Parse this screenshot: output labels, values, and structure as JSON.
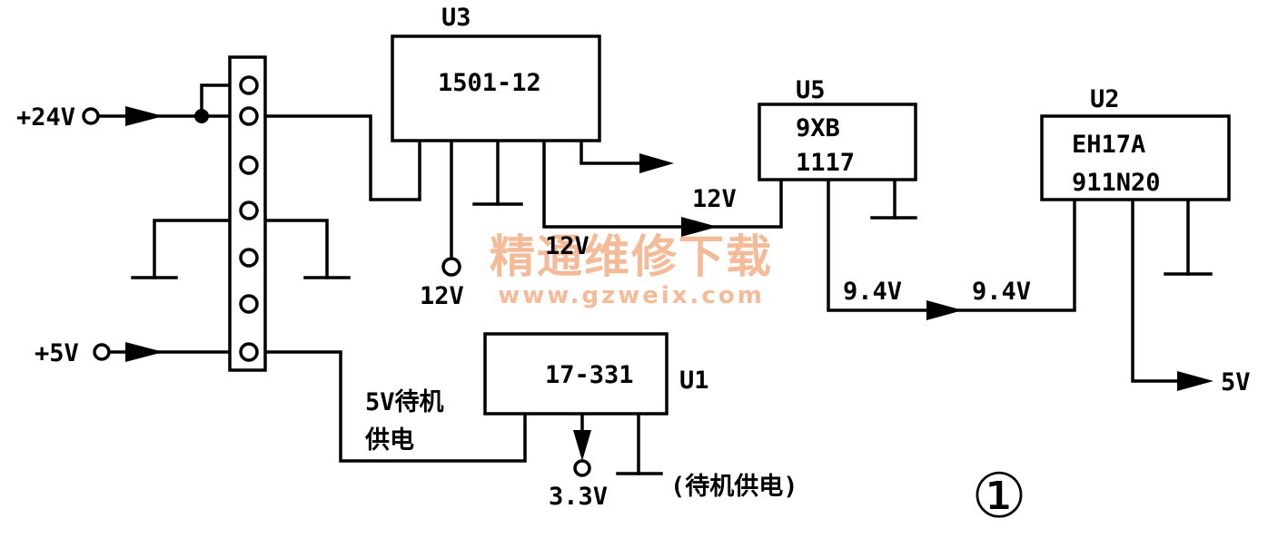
{
  "colors": {
    "ink": "#000000",
    "watermark": "#f4b48e",
    "paper": "#ffffff"
  },
  "inputs": {
    "v24": "+24V",
    "v5": "+5V"
  },
  "u3": {
    "name": "U3",
    "part": "1501-12",
    "out_label_branch": "12V",
    "out_label_wire": "12V",
    "out_label_main": "12V"
  },
  "u5": {
    "name": "U5",
    "line1": "9XB",
    "line2": "1117",
    "out_label_a": "9.4V",
    "out_label_b": "9.4V"
  },
  "u2": {
    "name": "U2",
    "line1": "EH17A",
    "line2": "911N20",
    "out_label": "5V"
  },
  "u1": {
    "name": "U1",
    "part": "17-331",
    "in_label_line1": "5V待机",
    "in_label_line2": "供电",
    "out_label": "3.3V",
    "note": "(待机供电)"
  },
  "figure_number": "①",
  "watermark": {
    "cn": "精通维修下载",
    "url": "www.gzweix.com"
  }
}
